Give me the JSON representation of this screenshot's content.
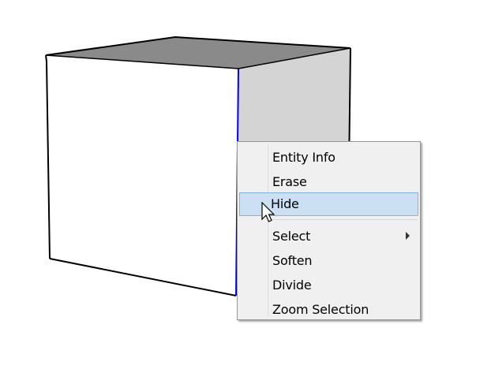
{
  "scene": {
    "cube": {
      "top_face_color": "#8a8a8a",
      "front_face_color": "#ffffff",
      "side_face_color": "#d4d4d4",
      "edge_color": "#000000",
      "selected_edge_color": "#0000ff"
    }
  },
  "context_menu": {
    "items": [
      {
        "label": "Entity Info"
      },
      {
        "label": "Erase"
      },
      {
        "label": "Hide",
        "highlighted": true
      },
      {
        "label": "Select",
        "has_submenu": true
      },
      {
        "label": "Soften"
      },
      {
        "label": "Divide"
      },
      {
        "label": "Zoom Selection"
      }
    ],
    "highlight_bg": "#cce0f3",
    "highlight_border": "#7eb4ea"
  },
  "cursor": {
    "type": "arrow-pointer"
  }
}
